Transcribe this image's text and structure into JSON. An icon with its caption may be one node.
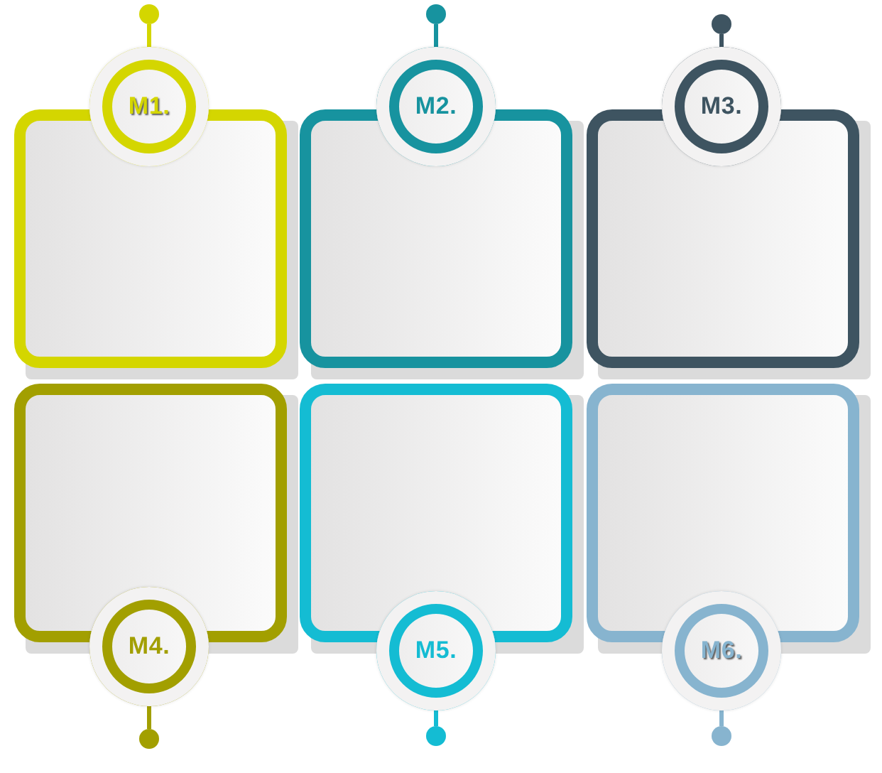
{
  "diagram": {
    "nodes": [
      {
        "text": [
          "M1."
        ]
      },
      {
        "text": [],
        "shape": "box"
      },
      {
        "text": [],
        "shape": "circle"
      },
      {
        "text": [
          "M2."
        ]
      },
      {
        "text": [],
        "shape": "box"
      },
      {
        "text": [],
        "shape": "circle"
      },
      {
        "text": [
          "M3."
        ]
      },
      {
        "text": [],
        "shape": "box"
      },
      {
        "text": [],
        "shape": "circle"
      },
      {
        "text": [
          "M4."
        ]
      },
      {
        "text": [],
        "shape": "box"
      },
      {
        "text": [],
        "shape": "circle"
      },
      {
        "text": [
          "M5."
        ]
      },
      {
        "text": [],
        "shape": "box"
      },
      {
        "text": [],
        "shape": "circle"
      },
      {
        "text": [
          "M6."
        ]
      },
      {
        "text": [],
        "shape": "box"
      },
      {
        "text": [],
        "shape": "circle"
      }
    ],
    "edges": [
      {
        "from": 0,
        "to": 2,
        "arrow": "none",
        "color": "#d4d600"
      },
      {
        "from": 3,
        "to": 5,
        "arrow": "none",
        "color": "#17939f"
      },
      {
        "from": 6,
        "to": 8,
        "arrow": "none",
        "color": "#3e5461"
      },
      {
        "from": 9,
        "to": 11,
        "arrow": "none",
        "color": "#a29f00"
      },
      {
        "from": 12,
        "to": 14,
        "arrow": "none",
        "color": "#14bcd3"
      },
      {
        "from": 15,
        "to": 17,
        "arrow": "none",
        "color": "#87b4cf"
      }
    ]
  }
}
